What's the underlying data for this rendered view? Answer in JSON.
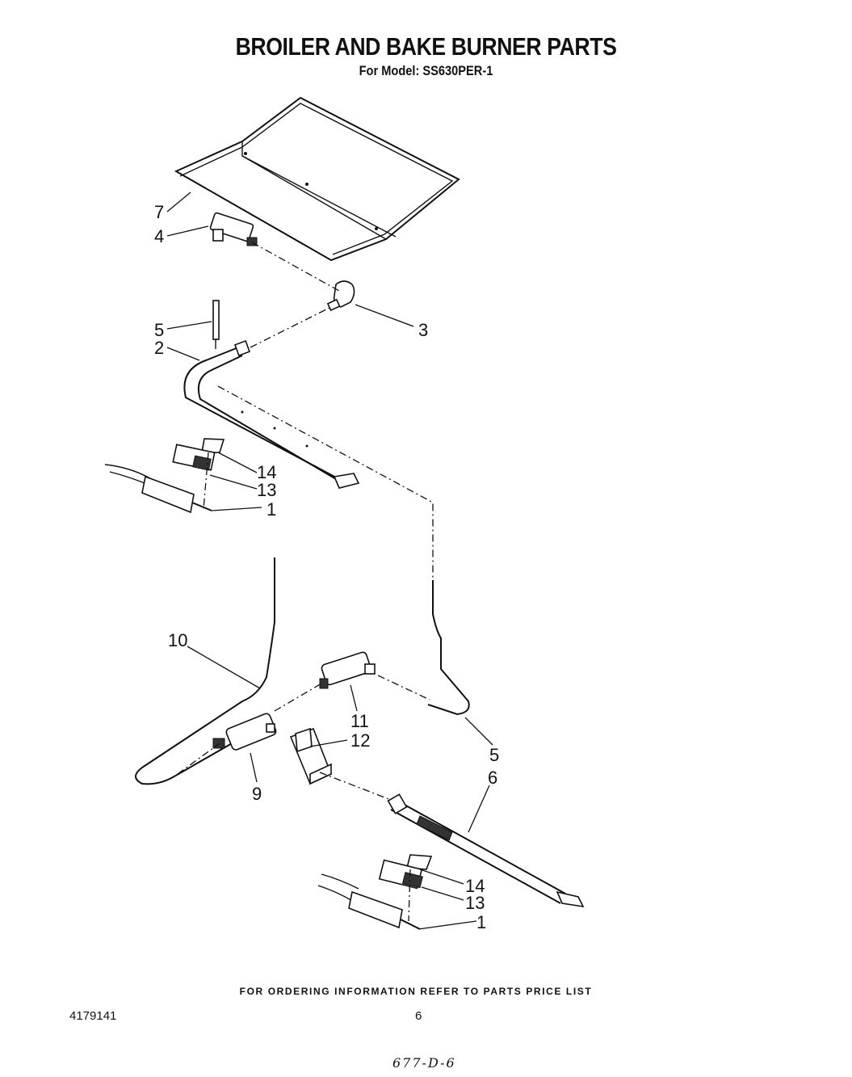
{
  "header": {
    "title": "BROILER AND BAKE BURNER PARTS",
    "subtitle": "For Model: SS630PER-1"
  },
  "callouts": {
    "c1_top": "1",
    "c2": "2",
    "c3": "3",
    "c4": "4",
    "c5_top": "5",
    "c7": "7",
    "c13_top": "13",
    "c14_top": "14",
    "c10": "10",
    "c11": "11",
    "c12": "12",
    "c9": "9",
    "c5_bottom": "5",
    "c6": "6",
    "c14_bottom": "14",
    "c13_bottom": "13",
    "c1_bottom": "1"
  },
  "footer": {
    "note": "FOR ORDERING INFORMATION REFER TO PARTS PRICE LIST",
    "doc_number": "4179141",
    "page_number": "6",
    "handwritten": "677-D-6"
  }
}
